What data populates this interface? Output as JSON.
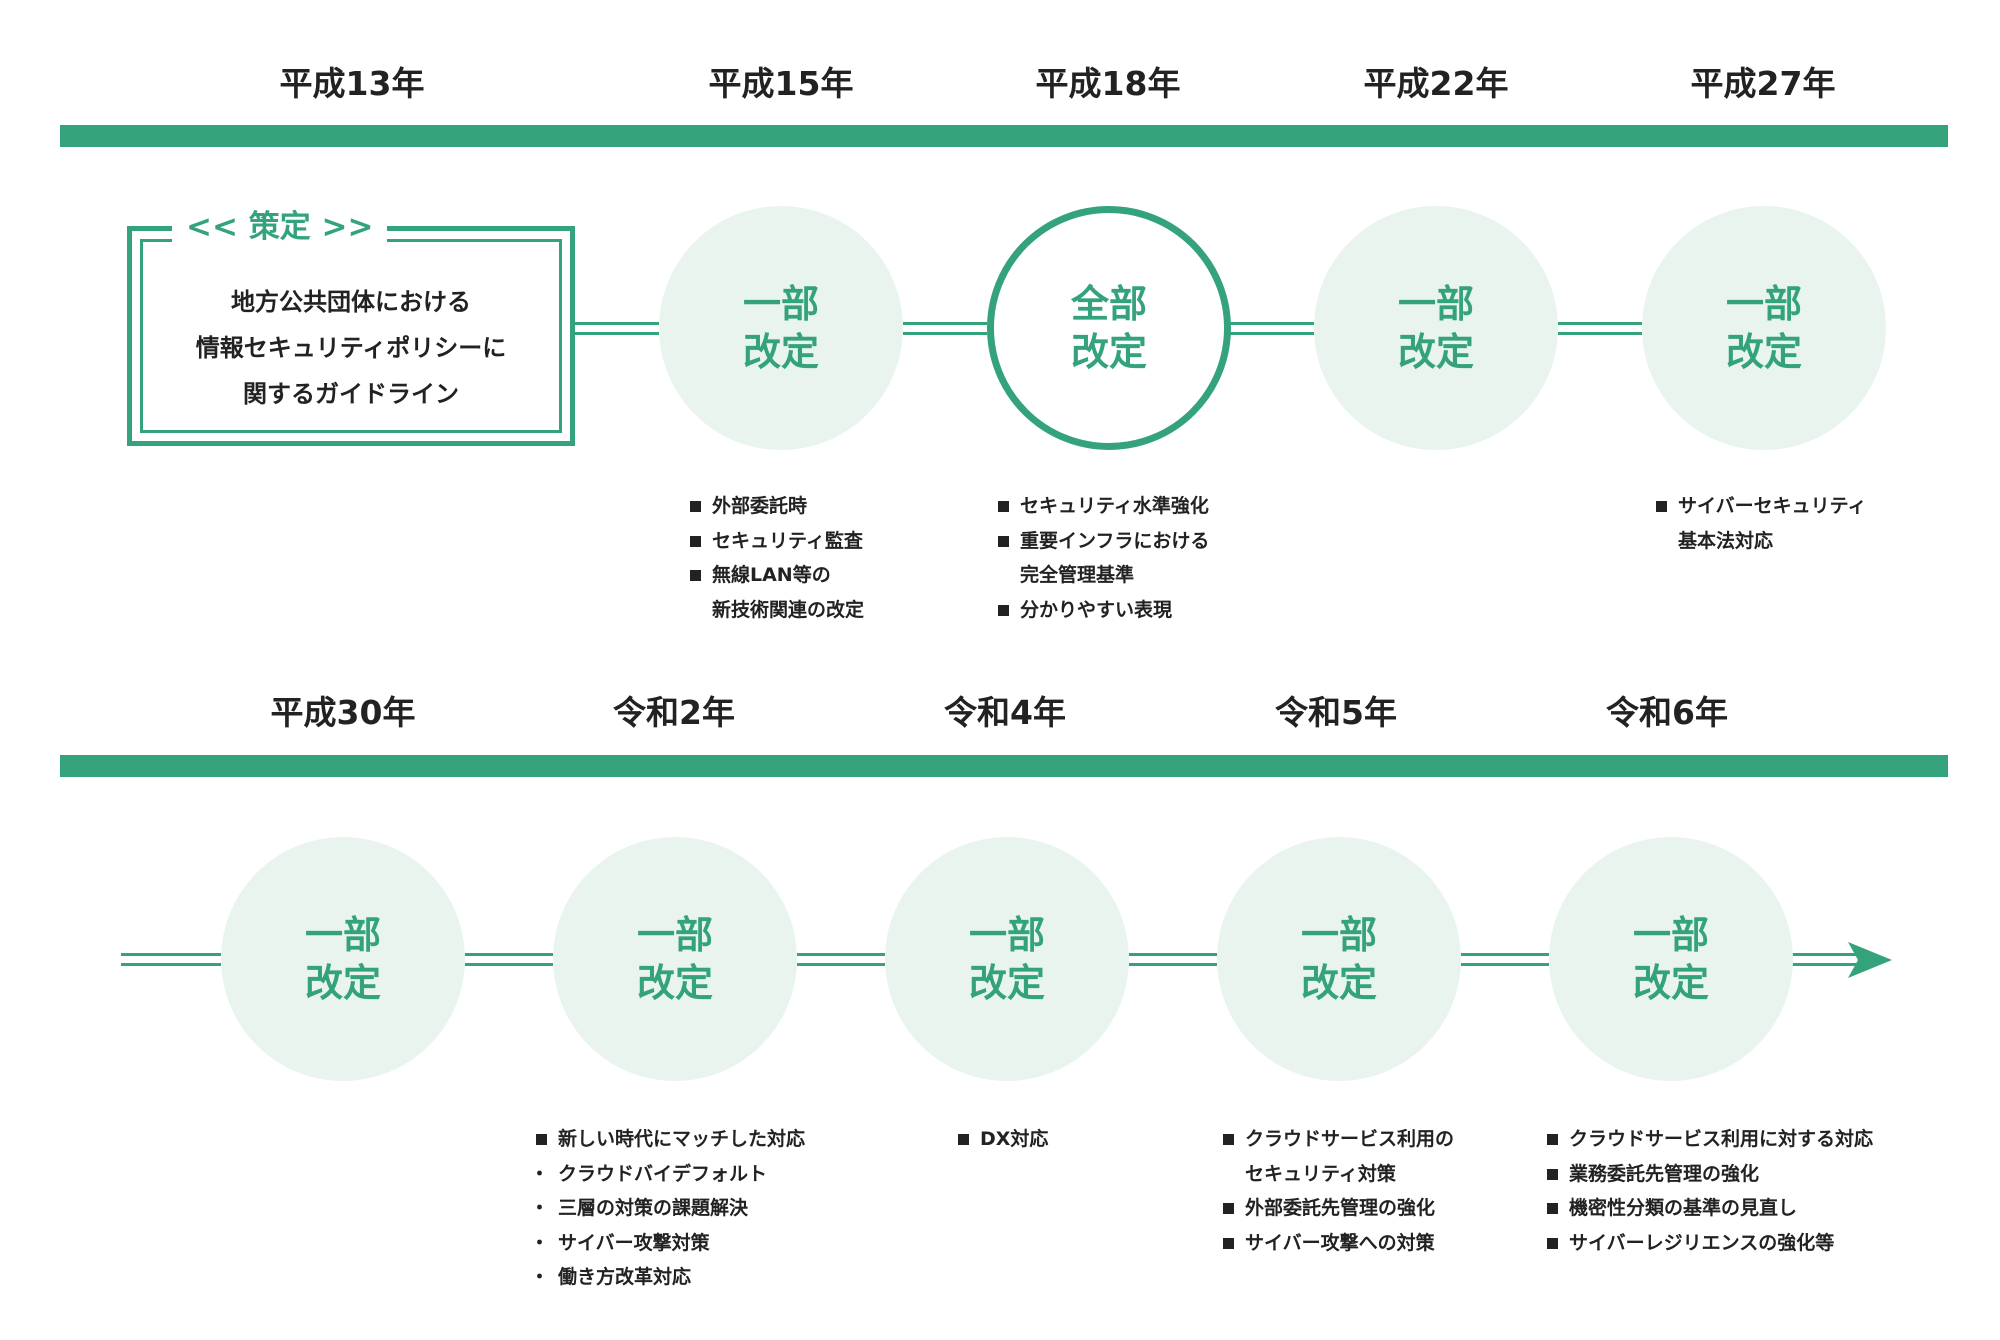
{
  "row1": {
    "years": [
      "平成13年",
      "平成15年",
      "平成18年",
      "平成22年",
      "平成27年"
    ],
    "establish_box": {
      "label": "<< 策定 >>",
      "lines": [
        "地方公共団体における",
        "情報セキュリティポリシーに",
        "関するガイドライン"
      ]
    },
    "circles": [
      {
        "line1": "一部",
        "line2": "改定"
      },
      {
        "line1": "全部",
        "line2": "改定"
      },
      {
        "line1": "一部",
        "line2": "改定"
      },
      {
        "line1": "一部",
        "line2": "改定"
      }
    ],
    "notes_h15": [
      "外部委託時",
      "セキュリティ監査",
      "無線LAN等の",
      "新技術関連の改定"
    ],
    "notes_h18": [
      "セキュリティ水準強化",
      "重要インフラにおける",
      "完全管理基準",
      "分かりやすい表現"
    ],
    "notes_h27": [
      "サイバーセキュリティ",
      "基本法対応"
    ]
  },
  "row2": {
    "years": [
      "平成30年",
      "令和2年",
      "令和4年",
      "令和5年",
      "令和6年"
    ],
    "circles": [
      {
        "line1": "一部",
        "line2": "改定"
      },
      {
        "line1": "一部",
        "line2": "改定"
      },
      {
        "line1": "一部",
        "line2": "改定"
      },
      {
        "line1": "一部",
        "line2": "改定"
      },
      {
        "line1": "一部",
        "line2": "改定"
      }
    ],
    "notes_r2": [
      "新しい時代にマッチした対応",
      "クラウドバイデフォルト",
      "三層の対策の課題解決",
      "サイバー攻撃対策",
      "働き方改革対応"
    ],
    "notes_r4": [
      "DX対応"
    ],
    "notes_r5": [
      "クラウドサービス利用の",
      "セキュリティ対策",
      "外部委託先管理の強化",
      "サイバー攻撃への対策"
    ],
    "notes_r6": [
      "クラウドサービス利用に対する対応",
      "業務委託先管理の強化",
      "機密性分類の基準の見直し",
      "サイバーレジリエンスの強化等"
    ]
  },
  "colors": {
    "accent": "#34a37c",
    "circle_fill": "#e9f4ef",
    "text": "#222222"
  },
  "icons": {
    "arrow": "arrow-right-icon",
    "bullet": "square-bullet-icon"
  }
}
